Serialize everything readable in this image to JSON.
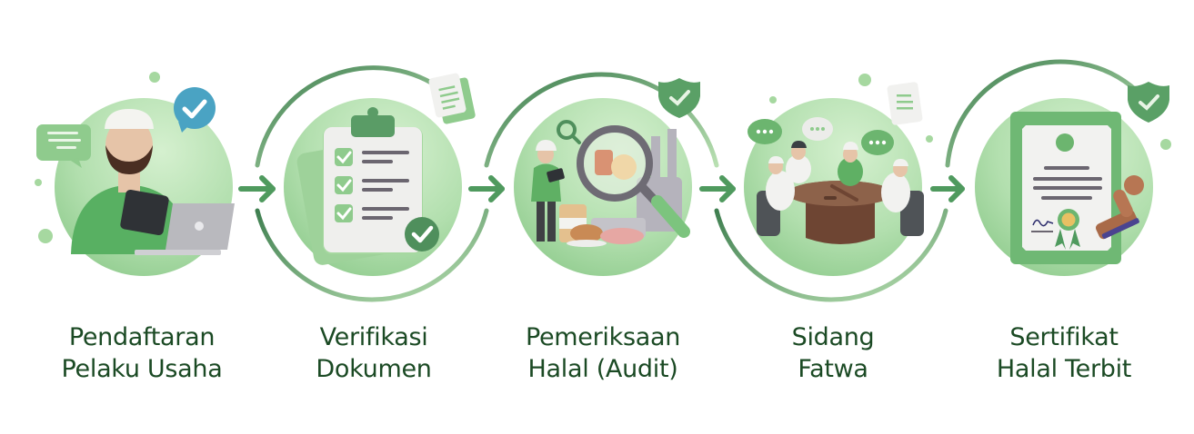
{
  "diagram": {
    "type": "process-flow",
    "direction": "left-to-right",
    "colors": {
      "primary_green": "#4f9a5e",
      "dark_green": "#3f7f50",
      "circle_light": "#c6e8c2",
      "circle_mid": "#8fcb8d",
      "label_text": "#1b4a24",
      "accent_blue": "#4aa3c3",
      "background": "#ffffff"
    },
    "steps": [
      {
        "index": 1,
        "line1": "Pendaftaran",
        "line2": "Pelaku Usaha",
        "icon": "user-registration-icon"
      },
      {
        "index": 2,
        "line1": "Verifikasi",
        "line2": "Dokumen",
        "icon": "clipboard-checklist-icon"
      },
      {
        "index": 3,
        "line1": "Pemeriksaan",
        "line2": "Halal (Audit)",
        "icon": "magnifier-audit-icon"
      },
      {
        "index": 4,
        "line1": "Sidang",
        "line2": "Fatwa",
        "icon": "meeting-table-icon"
      },
      {
        "index": 5,
        "line1": "Sertifikat",
        "line2": "Halal Terbit",
        "icon": "certificate-icon"
      }
    ],
    "connectors": [
      "arrow-right",
      "arrow-right",
      "arrow-right",
      "arrow-right"
    ]
  }
}
